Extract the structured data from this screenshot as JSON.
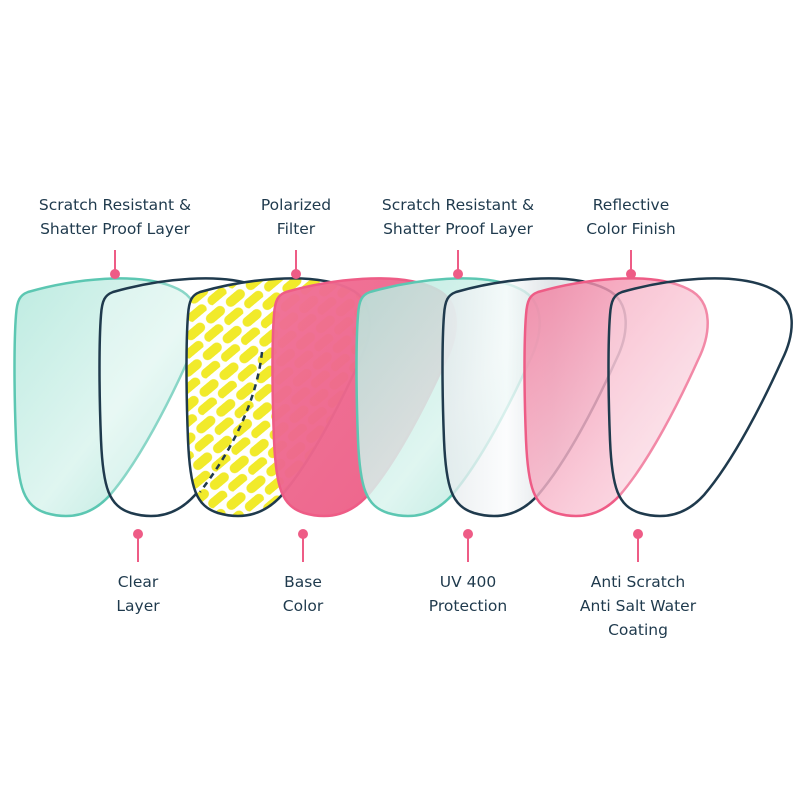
{
  "colors": {
    "navy": "#1f3a4d",
    "teal": "#5cc7b2",
    "pink": "#ee5c86",
    "yellow": "#f1ea2a"
  },
  "labels_top": [
    {
      "id": "scratch-resistant-1",
      "lines": [
        "Scratch Resistant &",
        "Shatter Proof Layer"
      ]
    },
    {
      "id": "polarized-filter",
      "lines": [
        "Polarized",
        "Filter"
      ]
    },
    {
      "id": "scratch-resistant-2",
      "lines": [
        "Scratch Resistant &",
        "Shatter Proof Layer"
      ]
    },
    {
      "id": "reflective-color-finish",
      "lines": [
        "Reflective",
        "Color Finish"
      ]
    }
  ],
  "labels_bottom": [
    {
      "id": "clear-layer",
      "lines": [
        "Clear",
        "Layer"
      ]
    },
    {
      "id": "base-color",
      "lines": [
        "Base",
        "Color"
      ]
    },
    {
      "id": "uv-400-protection",
      "lines": [
        "UV 400",
        "Protection"
      ]
    },
    {
      "id": "anti-scratch-coating",
      "lines": [
        "Anti Scratch",
        "Anti Salt Water",
        "Coating"
      ]
    }
  ],
  "lenses": [
    {
      "id": "teal-layer-1",
      "style": "teal"
    },
    {
      "id": "clear-layer-1",
      "style": "clear"
    },
    {
      "id": "polarized-layer",
      "style": "polarized"
    },
    {
      "id": "pink-base-layer",
      "style": "pink-solid"
    },
    {
      "id": "teal-layer-2",
      "style": "teal"
    },
    {
      "id": "silver-uv-layer",
      "style": "silver"
    },
    {
      "id": "pink-reflective-layer",
      "style": "pink-gradient"
    },
    {
      "id": "clear-coating-layer",
      "style": "clear"
    }
  ]
}
